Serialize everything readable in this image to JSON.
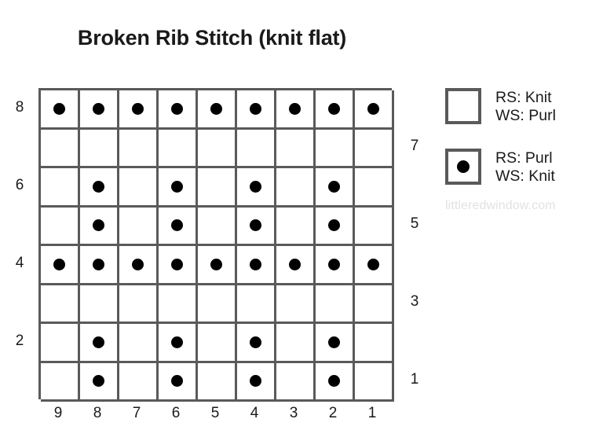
{
  "title": "Broken Rib Stitch (knit flat)",
  "watermark": "littleredwindow.com",
  "legend": {
    "items": [
      {
        "symbol": "empty-box",
        "line1": "RS: Knit",
        "line2": "WS: Purl"
      },
      {
        "symbol": "dot-box",
        "line1": "RS: Purl",
        "line2": "WS: Knit"
      }
    ]
  },
  "chart_data": {
    "type": "table",
    "title": "Broken Rib Stitch (knit flat)",
    "xlabel": "",
    "ylabel": "",
    "columns": 9,
    "rows": 8,
    "column_labels": [
      "9",
      "8",
      "7",
      "6",
      "5",
      "4",
      "3",
      "2",
      "1"
    ],
    "row_labels_left": [
      "8",
      "6",
      "4",
      "2"
    ],
    "row_labels_right": [
      "7",
      "5",
      "3",
      "1"
    ],
    "row_label_side": {
      "8": "left",
      "7": "right",
      "6": "left",
      "5": "right",
      "4": "left",
      "3": "right",
      "2": "left",
      "1": "right"
    },
    "symbols": {
      "0": "knit",
      "1": "purl"
    },
    "legend_position": "right",
    "grid": true,
    "note": "Rows listed top to bottom (row 8 first). Each array is left-to-right, i.e. column 9 -> column 1. 1 = purl dot, 0 = empty knit cell.",
    "rows_data": [
      {
        "row": "8",
        "label_side": "left",
        "cells": [
          1,
          1,
          1,
          1,
          1,
          1,
          1,
          1,
          1
        ]
      },
      {
        "row": "7",
        "label_side": "right",
        "cells": [
          0,
          0,
          0,
          0,
          0,
          0,
          0,
          0,
          0
        ]
      },
      {
        "row": "6",
        "label_side": "left",
        "cells": [
          0,
          1,
          0,
          1,
          0,
          1,
          0,
          1,
          0
        ]
      },
      {
        "row": "5",
        "label_side": "right",
        "cells": [
          0,
          1,
          0,
          1,
          0,
          1,
          0,
          1,
          0
        ]
      },
      {
        "row": "4",
        "label_side": "left",
        "cells": [
          1,
          1,
          1,
          1,
          1,
          1,
          1,
          1,
          1
        ]
      },
      {
        "row": "3",
        "label_side": "right",
        "cells": [
          0,
          0,
          0,
          0,
          0,
          0,
          0,
          0,
          0
        ]
      },
      {
        "row": "2",
        "label_side": "left",
        "cells": [
          0,
          1,
          0,
          1,
          0,
          1,
          0,
          1,
          0
        ]
      },
      {
        "row": "1",
        "label_side": "right",
        "cells": [
          0,
          1,
          0,
          1,
          0,
          1,
          0,
          1,
          0
        ]
      }
    ]
  },
  "colors": {
    "grid_line": "#5a5a5a",
    "dot": "#000000",
    "text": "#1a1a1a",
    "watermark": "#e2e2e2",
    "background": "#ffffff"
  }
}
